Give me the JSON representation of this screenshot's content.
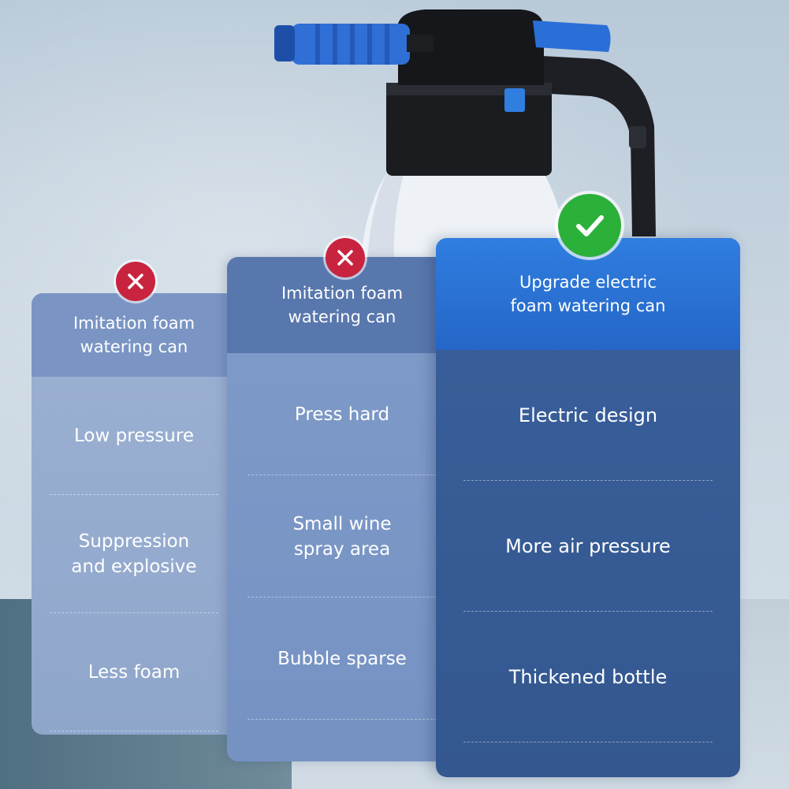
{
  "comparison": {
    "columns": [
      {
        "header": "Imitation foam\nwatering can",
        "badge": "x-icon",
        "rows": [
          "Low pressure",
          "Suppression\nand explosive",
          "Less foam"
        ]
      },
      {
        "header": "Imitation foam\nwatering can",
        "badge": "x-icon",
        "rows": [
          "Press hard",
          "Small wine\nspray area",
          "Bubble sparse"
        ]
      },
      {
        "header": "Upgrade electric\nfoam watering can",
        "badge": "check-icon",
        "rows": [
          "Electric design",
          "More air pressure",
          "Thickened bottle"
        ]
      }
    ]
  },
  "colors": {
    "reject_badge": "#c8243f",
    "accept_badge": "#2bb03a",
    "highlight_header": "#2f7ee0",
    "highlight_body": "#375c97"
  }
}
